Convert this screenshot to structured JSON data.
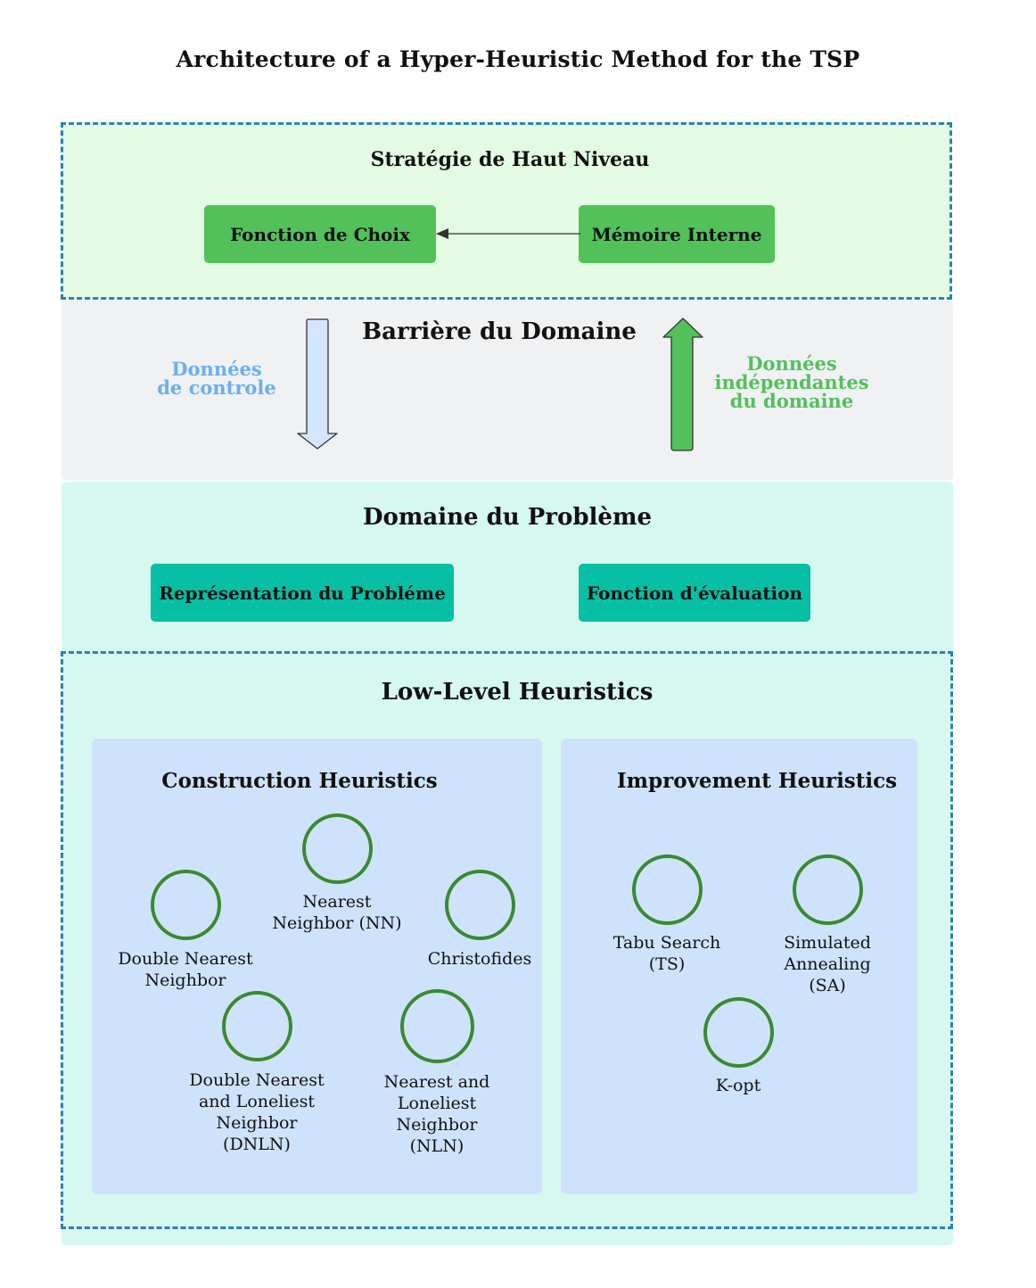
{
  "title": "Architecture of a Hyper-Heuristic Method for the TSP",
  "strategy": {
    "title": "Stratégie de Haut Niveau",
    "choice_function": "Fonction de Choix",
    "internal_memory": "Mémoire Interne"
  },
  "barrier": {
    "title": "Barrière du Domaine",
    "control_data": "Données\nde controle",
    "independent_data": "Données\nindépendantes\ndu domaine"
  },
  "problem_domain": {
    "title": "Domaine du Problème",
    "representation": "Représentation du Probléme",
    "evaluation": "Fonction d'évaluation"
  },
  "low_level": {
    "title": "Low-Level Heuristics",
    "construction": {
      "title": "Construction Heuristics",
      "items": [
        "Nearest\nNeighbor (NN)",
        "Double Nearest\nNeighbor",
        "Christofides",
        "Double Nearest\nand  Loneliest\nNeighbor\n(DNLN)",
        "Nearest and\nLoneliest\nNeighbor\n(NLN)"
      ]
    },
    "improvement": {
      "title": "Improvement Heuristics",
      "items": [
        "Tabu Search\n(TS)",
        "Simulated\nAnnealing\n(SA)",
        "K-opt"
      ]
    }
  },
  "colors": {
    "dashed_border": "#2f7fb3",
    "strategy_bg": "#e2fbe2",
    "barrier_bg": "#f0f1f3",
    "problem_bg": "#d6f8f1",
    "group_bg": "#cfe2fb",
    "green_box": "#52c15a",
    "teal_box": "#07bfa5",
    "control_arrow": "#d4e6fb",
    "independent_arrow": "#52c15a",
    "control_text": "#6aaff0",
    "independent_text": "#52c15a",
    "circle_stroke": "#3a8a2e"
  }
}
